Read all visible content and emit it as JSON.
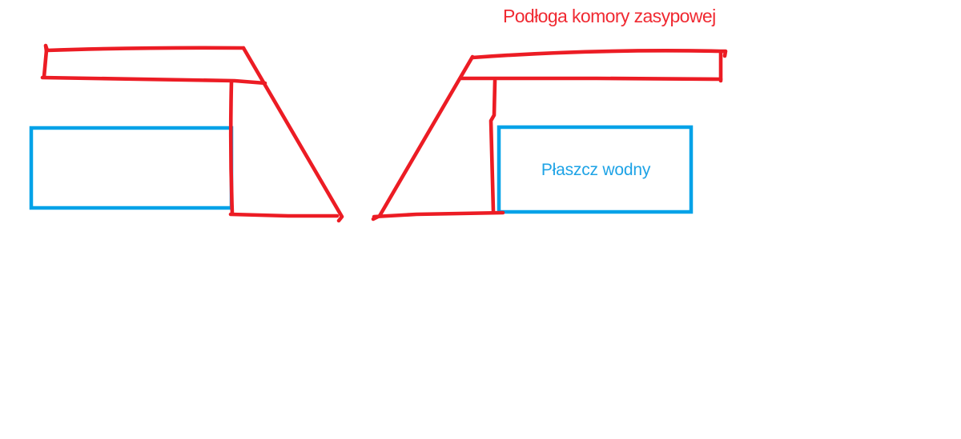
{
  "labels": {
    "floor_caption": "Podłoga komory zasypowej",
    "water_jacket": "Płaszcz wodny"
  },
  "colors": {
    "background": "#ffffff",
    "sketch_red": "#ec1c24",
    "caption_red": "#f02a32",
    "sketch_blue": "#00a2e8",
    "label_blue": "#1ea3e6"
  },
  "shapes": {
    "left_figure": "hopper-floor-cross-section-left",
    "right_figure": "hopper-floor-cross-section-right",
    "left_rectangle": "water-jacket-left",
    "right_rectangle": "water-jacket-right"
  }
}
